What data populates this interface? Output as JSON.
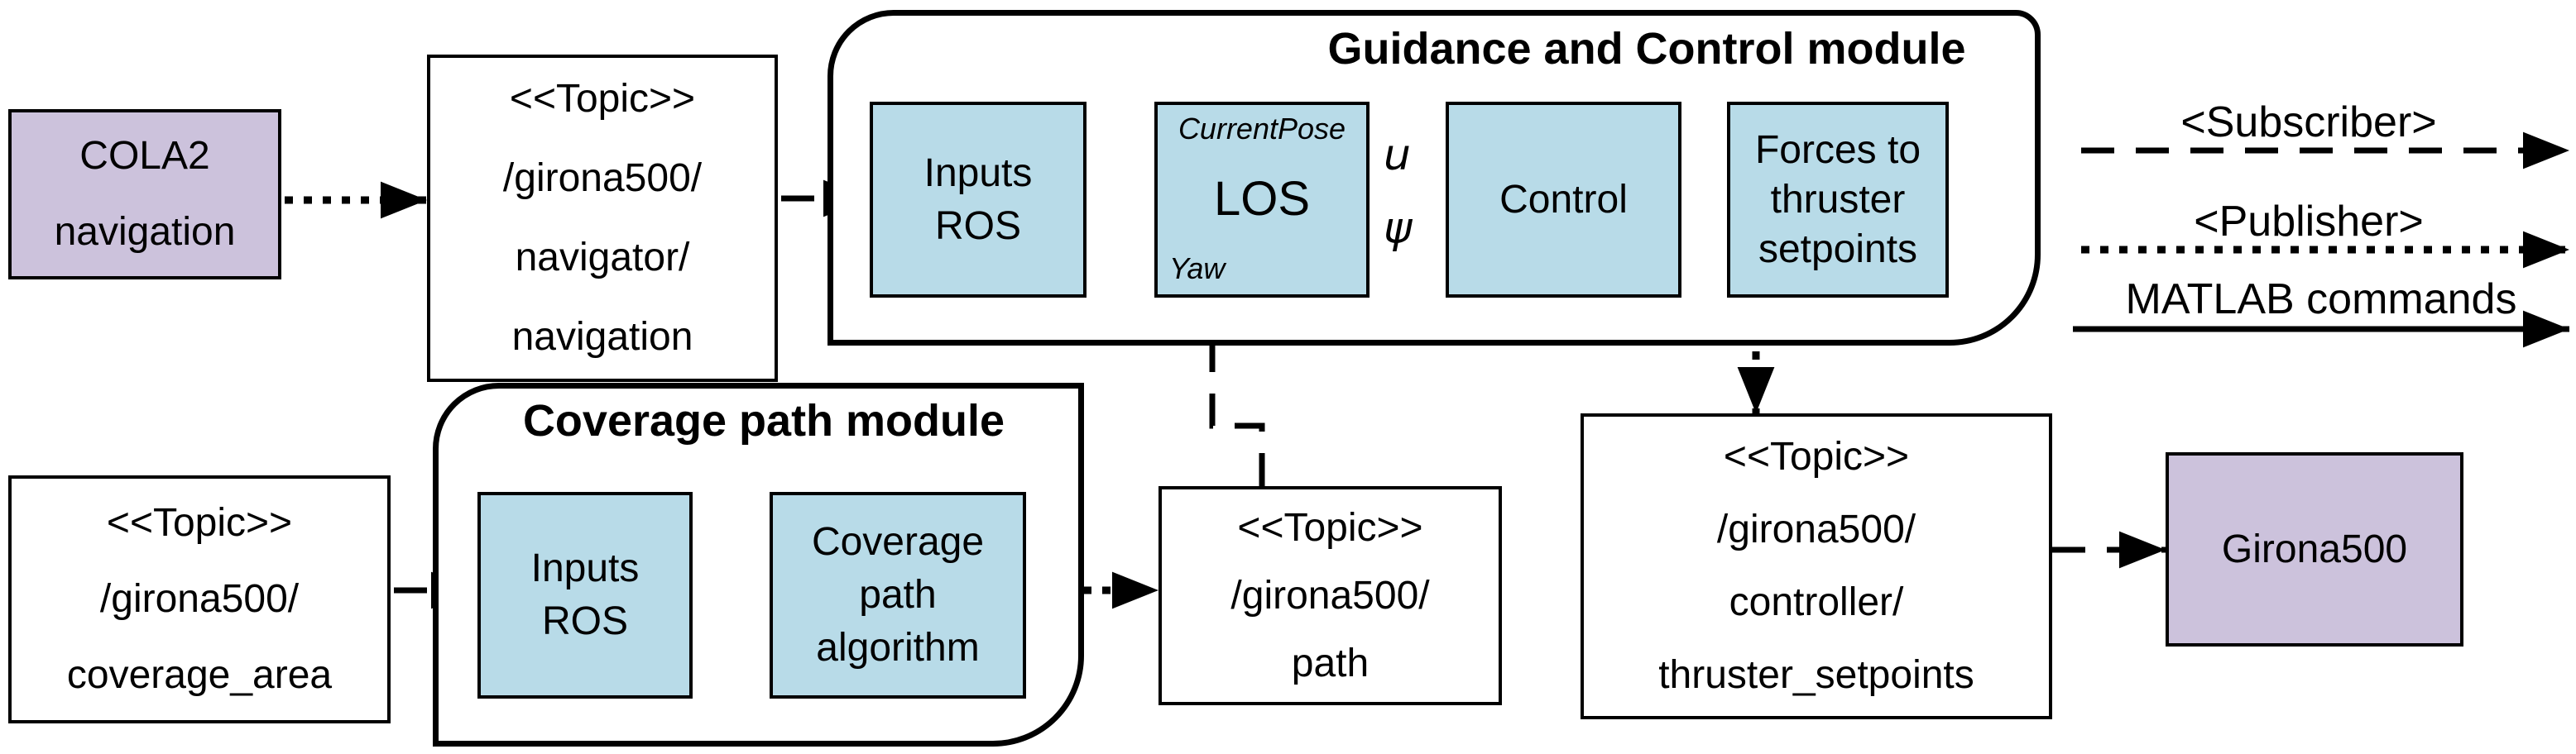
{
  "nodes": {
    "cola2": {
      "lines": [
        "COLA2",
        "navigation"
      ]
    },
    "topic_navigation": {
      "lines": [
        "<<Topic>>",
        "/girona500/",
        "navigator/",
        "navigation"
      ]
    },
    "guidance_module": {
      "title": "Guidance and Control module"
    },
    "guidance_inputs_ros": {
      "lines": [
        "Inputs",
        "ROS"
      ]
    },
    "los": {
      "label": "LOS",
      "input_top": "CurrentPose",
      "input_bottom": "Yaw"
    },
    "control": {
      "label": "Control"
    },
    "forces": {
      "lines": [
        "Forces to",
        "thruster",
        "setpoints"
      ]
    },
    "coverage_module": {
      "title": "Coverage path module"
    },
    "coverage_inputs_ros": {
      "lines": [
        "Inputs",
        "ROS"
      ]
    },
    "coverage_algorithm": {
      "lines": [
        "Coverage",
        "path",
        "algorithm"
      ]
    },
    "topic_coverage_area": {
      "lines": [
        "<<Topic>>",
        "/girona500/",
        "coverage_area"
      ]
    },
    "topic_path": {
      "lines": [
        "<<Topic>>",
        "/girona500/",
        "path"
      ]
    },
    "topic_thruster": {
      "lines": [
        "<<Topic>>",
        "/girona500/",
        "controller/",
        "thruster_setpoints"
      ]
    },
    "girona500": {
      "label": "Girona500"
    }
  },
  "signals": {
    "u": "u",
    "psi": "ψ"
  },
  "legend": {
    "subscriber": "<Subscriber>",
    "publisher": "<Publisher>",
    "matlab": "MATLAB commands"
  },
  "colors": {
    "node_blue": "#b8dbe8",
    "node_purple": "#ccc2dc",
    "line": "#000000",
    "background": "#ffffff"
  }
}
